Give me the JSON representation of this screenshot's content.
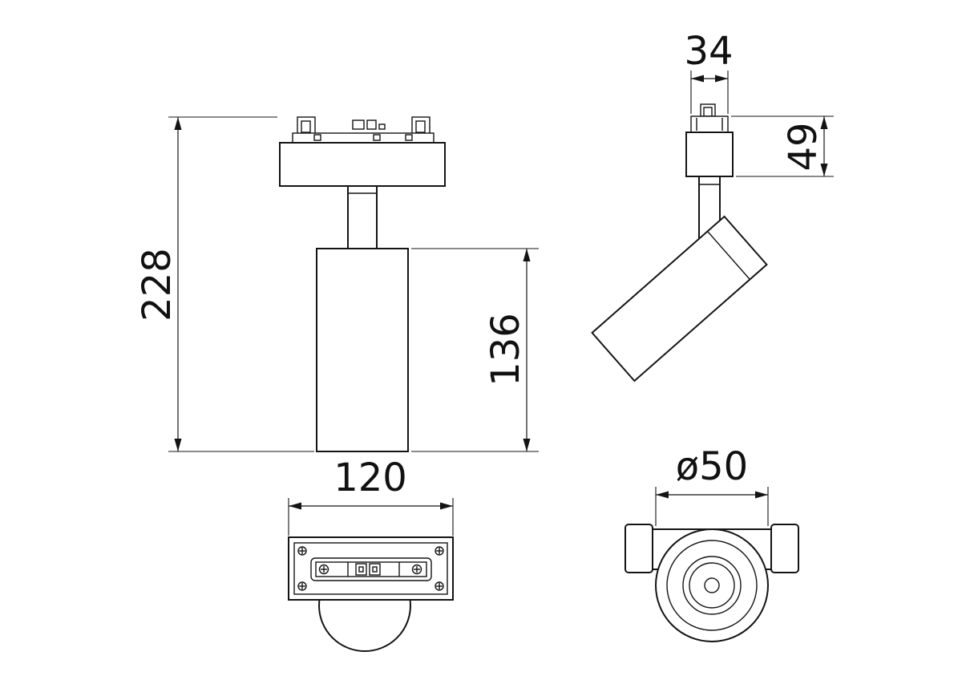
{
  "dims": {
    "front_total": "228",
    "front_body": "136",
    "side_width": "34",
    "side_height": "49",
    "plan_width": "120",
    "head_diameter": "ø50"
  },
  "colors": {
    "line": "#141414",
    "background": "#ffffff"
  }
}
